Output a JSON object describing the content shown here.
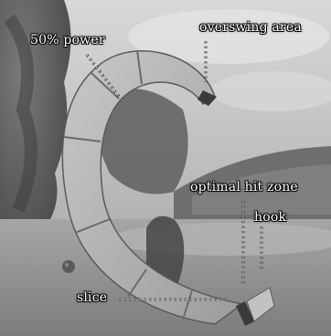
{
  "swing_meter": {
    "labels": {
      "power_50": "50% power",
      "overswing": "overswing area",
      "optimal": "optimal hit zone",
      "hook": "hook",
      "slice": "slice"
    },
    "colors": {
      "meter_fill": "#b0b0b0",
      "meter_edge": "#5a5a5a",
      "optimal_zone": "#3a3a3a",
      "label_text": "#ffffff"
    }
  }
}
